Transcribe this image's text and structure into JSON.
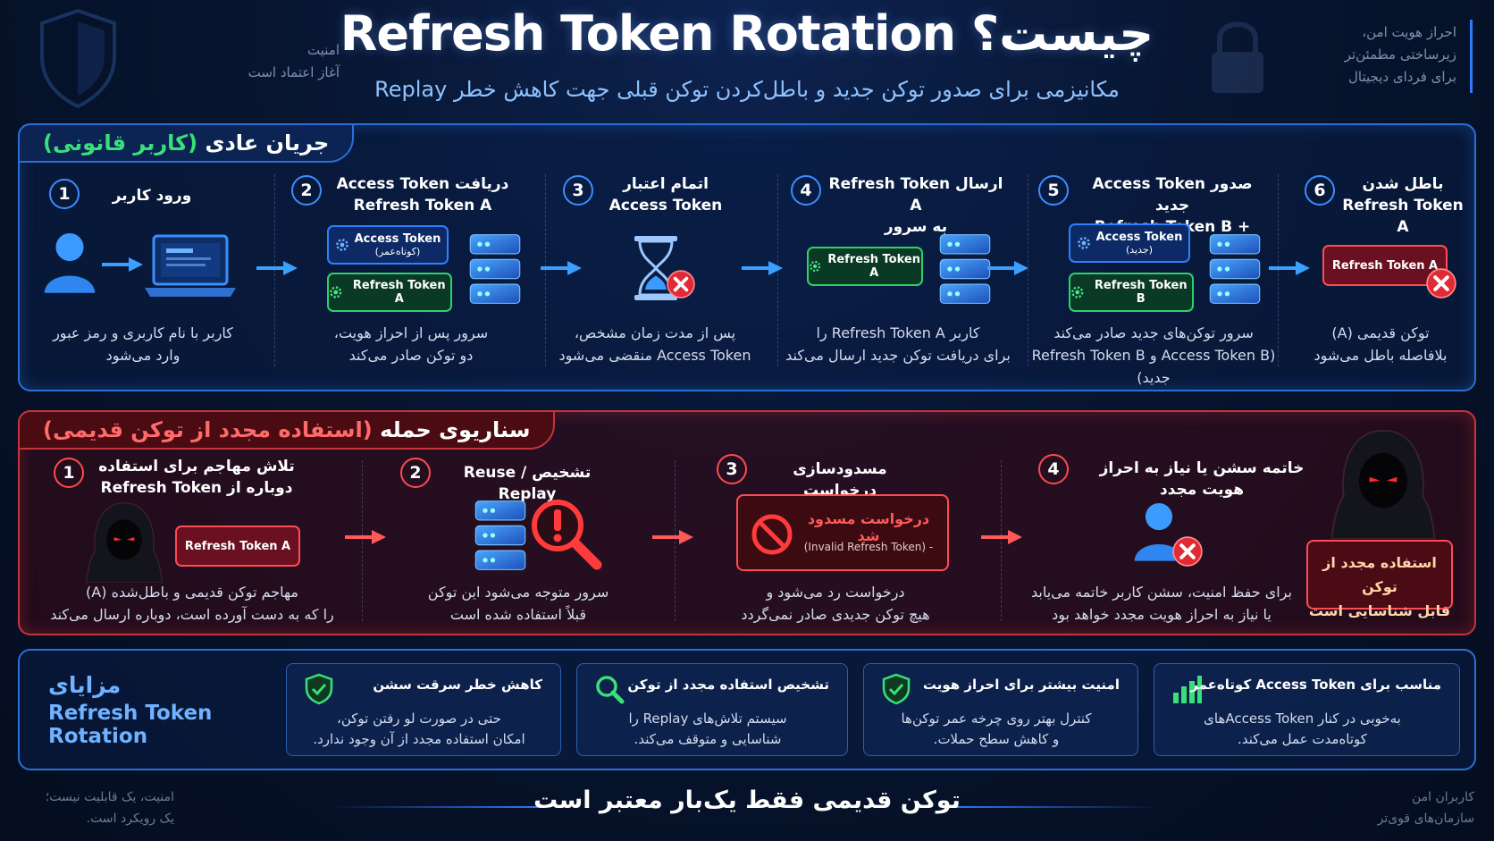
{
  "header": {
    "title": "Refresh Token Rotation چیست؟",
    "subtitle": "مکانیزمی برای صدور توکن جدید و باطل‌کردن توکن قبلی جهت کاهش خطر Replay",
    "top_left_note": [
      "امنیت",
      "آغاز اعتماد است"
    ],
    "top_right_note": [
      "احراز هویت امن،",
      "زیرساختی مطمئن‌تر",
      "برای فردای دیجیتال"
    ]
  },
  "normal_flow": {
    "tab_label": "جریان عادی",
    "tab_accent": "(کاربر قانونی)",
    "steps": [
      {
        "num": "1",
        "title": "ورود کاربر",
        "desc": [
          "کاربر با نام کاربری و رمز عبور",
          "وارد می‌شود"
        ]
      },
      {
        "num": "2",
        "title": "دریافت Access Token",
        "title2": "Refresh Token A",
        "desc": [
          "سرور پس از احراز هویت،",
          "دو توکن صادر می‌کند"
        ],
        "pills": [
          {
            "label": "Access Token",
            "sub": "(کوتاه‌عمر)"
          },
          {
            "label": "Refresh Token A"
          }
        ]
      },
      {
        "num": "3",
        "title": "اتمام اعتبار",
        "title2": "Access Token",
        "desc": [
          "پس از مدت زمان مشخص،",
          "Access Token منقضی می‌شود"
        ]
      },
      {
        "num": "4",
        "title": "ارسال Refresh Token A",
        "title2": "به سرور",
        "desc": [
          "کاربر Refresh Token A را",
          "برای دریافت توکن جدید ارسال می‌کند"
        ],
        "pills": [
          {
            "label": "Refresh Token A"
          }
        ]
      },
      {
        "num": "5",
        "title": "صدور Access Token جدید",
        "title2": "+ Refresh Token B",
        "desc": [
          "سرور توکن‌های جدید صادر می‌کند",
          "(Access Token B و Refresh Token B جدید)"
        ],
        "pills": [
          {
            "label": "Access Token",
            "sub": "(جدید)"
          },
          {
            "label": "Refresh Token B"
          }
        ]
      },
      {
        "num": "6",
        "title": "باطل شدن",
        "title2": "Refresh Token A",
        "desc": [
          "توکن قدیمی (A)",
          "بلافاصله باطل می‌شود"
        ],
        "pills": [
          {
            "label": "Refresh Token A"
          }
        ]
      }
    ]
  },
  "attack_flow": {
    "tab_label": "سناریوی حمله",
    "tab_accent": "(استفاده مجدد از توکن قدیمی)",
    "steps": [
      {
        "num": "1",
        "title": "تلاش مهاجم برای استفاده",
        "title2": "دوباره از Refresh Token",
        "desc": [
          "مهاجم توکن قدیمی و باطل‌شده (A)",
          "را که به دست آورده است، دوباره ارسال می‌کند"
        ],
        "pills": [
          {
            "label": "Refresh Token A"
          }
        ]
      },
      {
        "num": "2",
        "title": "تشخیص Reuse / Replay",
        "desc": [
          "سرور متوجه می‌شود این توکن",
          "قبلاً استفاده شده است"
        ]
      },
      {
        "num": "3",
        "title": "مسدودسازی درخواست",
        "desc": [
          "درخواست رد می‌شود و",
          "هیچ توکن جدیدی صادر نمی‌گردد"
        ],
        "blocked": {
          "label": "درخواست مسدود شد",
          "sub": "(Invalid Refresh Token) -"
        }
      },
      {
        "num": "4",
        "title": "خاتمه سشن یا نیاز به احراز هویت مجدد",
        "desc": [
          "برای حفظ امنیت، سشن کاربر خاتمه می‌یابد",
          "یا نیاز به احراز هویت مجدد خواهد بود"
        ]
      }
    ],
    "hacker_badge": [
      "استفاده مجدد از توکن",
      "قابل شناسایی است"
    ]
  },
  "benefits": {
    "heading_line1": "مزایای",
    "heading_line2": "Refresh Token Rotation",
    "cards": [
      {
        "title": "کاهش خطر سرقت سشن",
        "desc": [
          "حتی در صورت لو رفتن توکن،",
          "امکان استفاده مجدد از آن وجود ندارد."
        ],
        "icon": "shield-check-icon"
      },
      {
        "title": "تشخیص استفاده مجدد از توکن",
        "desc": [
          "سیستم تلاش‌های Replay را",
          "شناسایی و متوقف می‌کند."
        ],
        "icon": "magnifier-icon"
      },
      {
        "title": "امنیت بیشتر برای احراز هویت",
        "desc": [
          "کنترل بهتر روی چرخه عمر توکن‌ها",
          "و کاهش سطح حملات."
        ],
        "icon": "shield-check-icon"
      },
      {
        "title": "مناسب برای Access Token کوتاه‌عمر",
        "desc": [
          "به‌خوبی در کنار Access Tokenهای",
          "کوتاه‌مدت عمل می‌کند."
        ],
        "icon": "bar-chart-icon"
      }
    ]
  },
  "footer": {
    "tagline": "توکن قدیمی فقط یک‌بار معتبر است",
    "bottom_left_note": [
      "امنیت، یک قابلیت نیست؛",
      "یک رویکرد است."
    ],
    "bottom_right_note": [
      "کاربران امن",
      "سازمان‌های قوی‌تر"
    ]
  },
  "colors": {
    "blue_accent": "#2f80ff",
    "green_accent": "#2ed16b",
    "red_accent": "#ff4b55",
    "title_blue": "#6fb2ff"
  }
}
